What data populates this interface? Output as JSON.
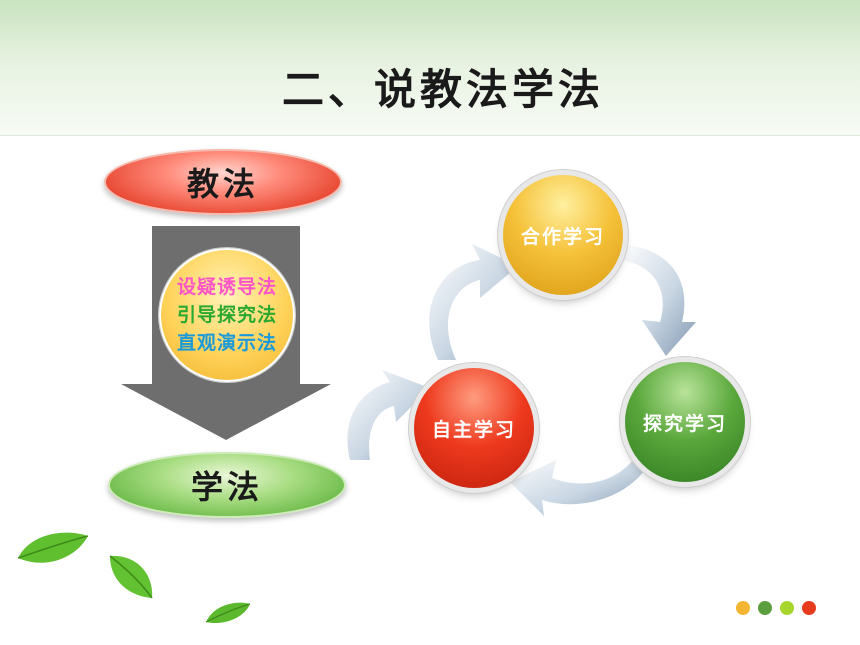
{
  "title": "二、说教法学法",
  "teaching_label": "教法",
  "learning_label": "学法",
  "methods": [
    "设疑诱导法",
    "引导探究法",
    "直观演示法"
  ],
  "cycle": {
    "cooperative": "合作学习",
    "exploratory": "探究学习",
    "autonomous": "自主学习"
  },
  "colors": {
    "method_1": "#ff55c8",
    "method_2": "#2aa830",
    "method_3": "#1a9ad8",
    "dots": [
      "#f2b632",
      "#5a9e3e",
      "#a6d62c",
      "#e83a1c"
    ]
  },
  "icons": [
    "leaf-icon",
    "down-arrow-icon",
    "cycle-arrow-icon"
  ]
}
